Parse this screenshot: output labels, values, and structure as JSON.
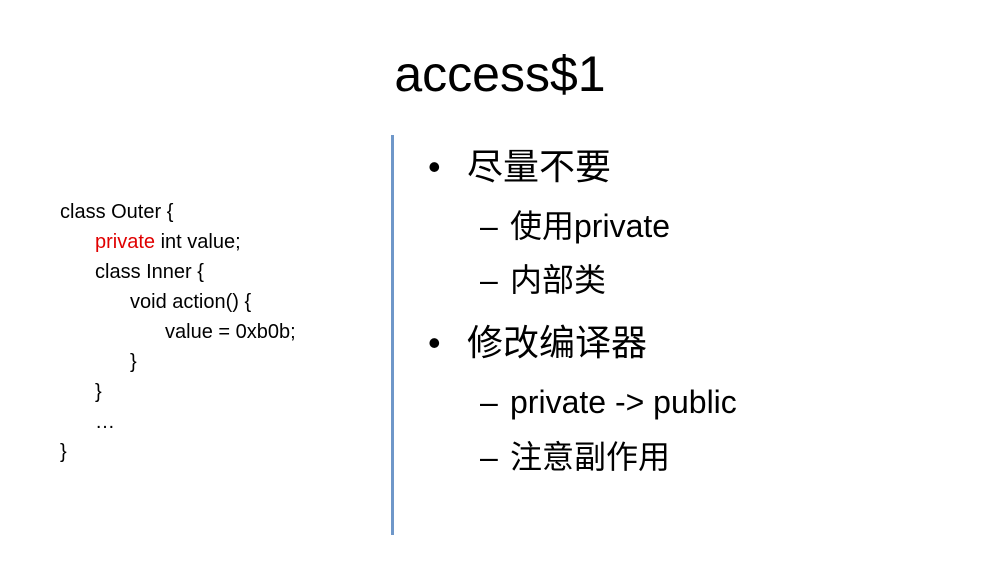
{
  "title": "access$1",
  "code": {
    "lines": [
      {
        "indent": 0,
        "text": "class Outer {"
      },
      {
        "indent": 1,
        "keyword": "private",
        "text": " int value;"
      },
      {
        "indent": 1,
        "text": "class Inner {"
      },
      {
        "indent": 2,
        "text": "void action() {"
      },
      {
        "indent": 3,
        "text": "value = 0xb0b;"
      },
      {
        "indent": 2,
        "text": "}"
      },
      {
        "indent": 1,
        "text": "}"
      },
      {
        "indent": 1,
        "text": "…"
      },
      {
        "indent": 0,
        "text": "}"
      }
    ],
    "keyword_color": "#e00000"
  },
  "divider_color": "#6f97c9",
  "bullets": [
    {
      "level": 1,
      "marker": "•",
      "text": "尽量不要"
    },
    {
      "level": 2,
      "marker": "–",
      "text": "使用private"
    },
    {
      "level": 2,
      "marker": "–",
      "text": "内部类"
    },
    {
      "level": 1,
      "marker": "•",
      "text": "修改编译器"
    },
    {
      "level": 2,
      "marker": "–",
      "text": "private -> public"
    },
    {
      "level": 2,
      "marker": "–",
      "text": "注意副作用"
    }
  ]
}
